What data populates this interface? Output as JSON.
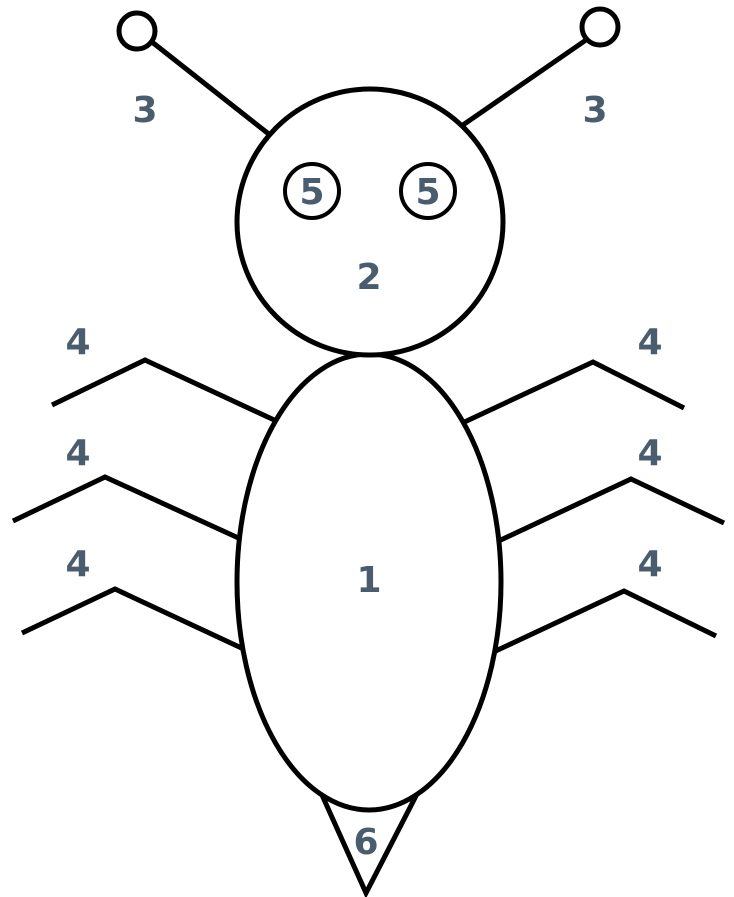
{
  "diagram": {
    "colors": {
      "outline": "#000000",
      "label": "#4a5d6e",
      "background": "#ffffff"
    },
    "labels": {
      "body": "1",
      "head": "2",
      "antenna_left": "3",
      "antenna_right": "3",
      "leg_left_1": "4",
      "leg_left_2": "4",
      "leg_left_3": "4",
      "leg_right_1": "4",
      "leg_right_2": "4",
      "leg_right_3": "4",
      "eye_left": "5",
      "eye_right": "5",
      "stinger": "6"
    }
  }
}
